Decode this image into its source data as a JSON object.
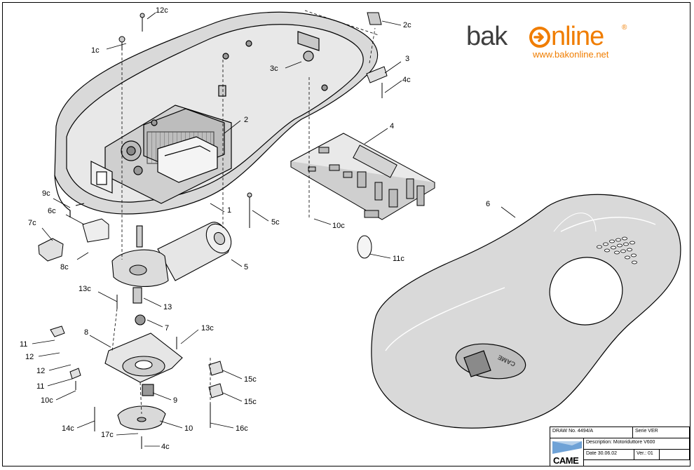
{
  "logo": {
    "brand_prefix": "bak",
    "brand_suffix": "nline",
    "registered": "®",
    "url": "www.bakonline.net",
    "colors": {
      "orange": "#f07d00",
      "gray": "#3f3f3f"
    }
  },
  "callouts": {
    "c12c": "12c",
    "c2c": "2c",
    "c1c": "1c",
    "c3c": "3c",
    "c3": "3",
    "c4c_top": "4c",
    "c2": "2",
    "c4": "4",
    "c9c": "9c",
    "c6c": "6c",
    "c5c": "5c",
    "c1": "1",
    "c7c": "7c",
    "c10c_top": "10c",
    "c6": "6",
    "c8c": "8c",
    "c11c_top": "11c",
    "c5": "5",
    "c13c_a": "13c",
    "c13": "13",
    "c7": "7",
    "c13c_b": "13c",
    "c11_a": "11",
    "c8": "8",
    "c12_a": "12",
    "c12_b": "12",
    "c11_b": "11",
    "c10c_b": "10c",
    "c15c_a": "15c",
    "c15c_b": "15c",
    "c9": "9",
    "c14c": "14c",
    "c10": "10",
    "c16c": "16c",
    "c17c": "17c",
    "c4c_b": "4c"
  },
  "cover_brand": "CAME",
  "title_block": {
    "draw_no": "DRAW No. 4494/A",
    "serie": "Serie  VER",
    "description": "Description: Motoriduttore V600",
    "date": "Date 30.06.02",
    "ver": "Ver.: 01",
    "brand": "CAME"
  }
}
